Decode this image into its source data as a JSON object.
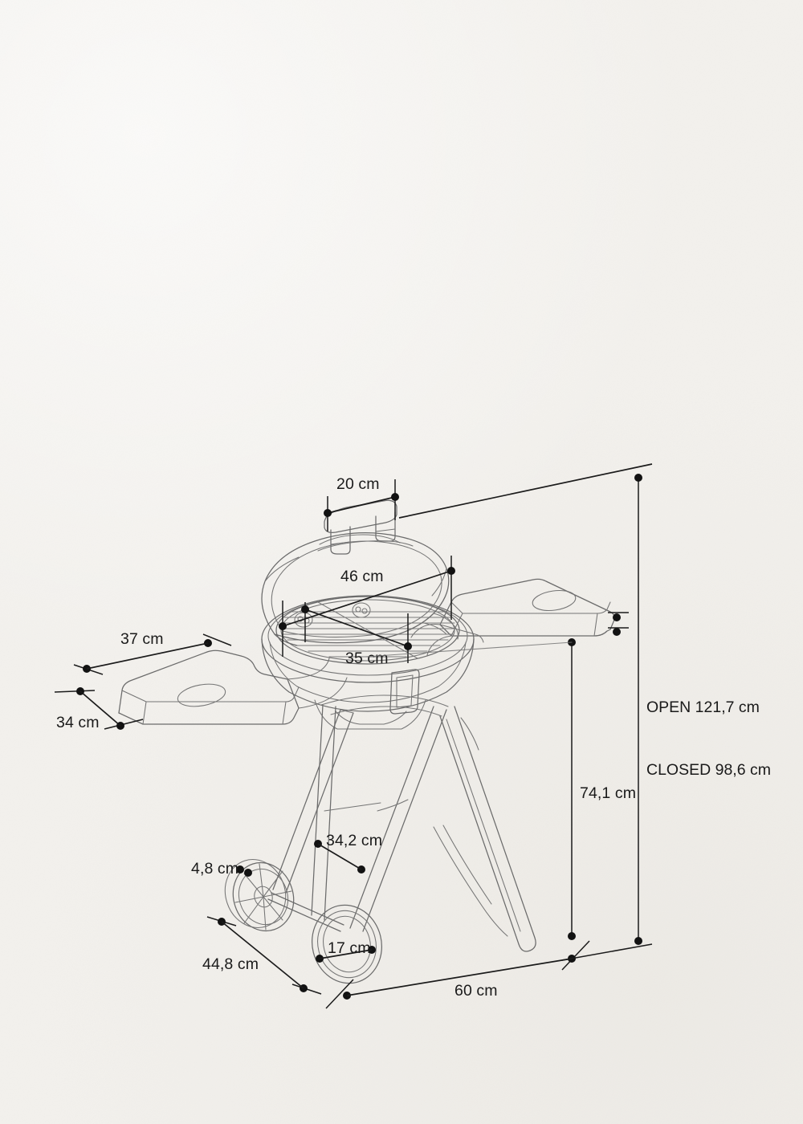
{
  "diagram": {
    "title": "Portable folding charcoal barbecue grill cart — dimensioned technical drawing",
    "units": "cm",
    "background_color": "#f3f1ed",
    "line_color": "#6b6b6b",
    "dimension_color": "#1b1b1b"
  },
  "dimensions": {
    "lid_handle_width": "20 cm",
    "lid_diameter": "46 cm",
    "cooking_grate_diameter": "35 cm",
    "side_table_length": "37 cm",
    "side_table_depth": "34 cm",
    "wheel_tire_width": "4,8 cm",
    "axle_to_frame": "34,2 cm",
    "wheel_diameter": "17 cm",
    "cart_depth": "44,8 cm",
    "cart_width": "60 cm",
    "cooking_height": "74,1 cm"
  },
  "height_note": {
    "open": "OPEN 121,7 cm",
    "closed": "CLOSED 98,6 cm"
  },
  "parts": {
    "lid": "grill-lid",
    "handle": "lid-handle",
    "bowl": "grill-bowl",
    "grate": "cooking-grate",
    "left_table": "left-side-table",
    "right_table": "right-side-table",
    "front_wheel": "front-wheel",
    "rear_wheel": "rear-wheel",
    "frame": "folding-scissor-frame"
  }
}
